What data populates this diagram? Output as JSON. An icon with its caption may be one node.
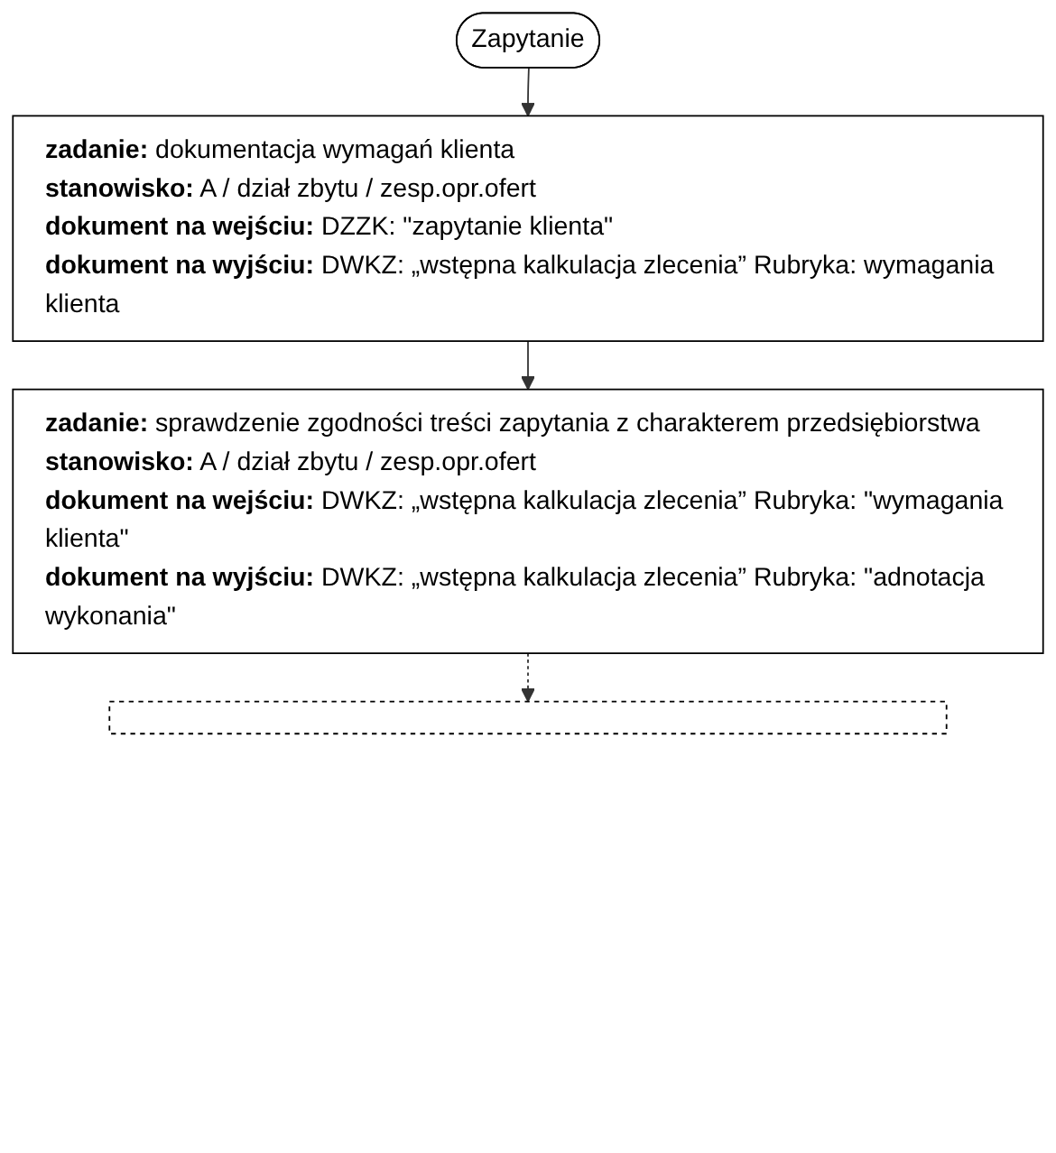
{
  "diagram": {
    "nodes": [
      {
        "text": [
          "Zapytanie"
        ]
      },
      {
        "text": [
          "**zadanie:** dokumentacja wymagań klienta",
          "**stanowisko:** A / dział zbytu / zesp.opr.ofert",
          "**dokument na wejściu:** DZZK: \"zapytanie klienta\"",
          "**dokument na wyjściu:** DWKZ: „wstępna kalkulacja zlecenia” Rubryka: wymagania klienta"
        ]
      },
      {
        "text": [
          "**zadanie:** sprawdzenie zgodności treści zapytania z charakterem przedsiębiorstwa",
          "**stanowisko:** A / dział zbytu / zesp.opr.ofert",
          "**dokument na wejściu:** DWKZ: „wstępna kalkulacja zlecenia” Rubryka: \"wymagania klienta\"",
          "**dokument na wyjściu:** DWKZ: „wstępna kalkulacja zlecenia” Rubryka: \"adnotacja wykonania\""
        ]
      },
      {
        "text": [],
        "shape": "box"
      }
    ],
    "edges": [
      {
        "from": 0,
        "to": 1,
        "arrow": "to"
      },
      {
        "from": 1,
        "to": 2,
        "arrow": "to"
      },
      {
        "from": 2,
        "to": 3,
        "arrow": "to",
        "style": "dashed"
      }
    ]
  }
}
